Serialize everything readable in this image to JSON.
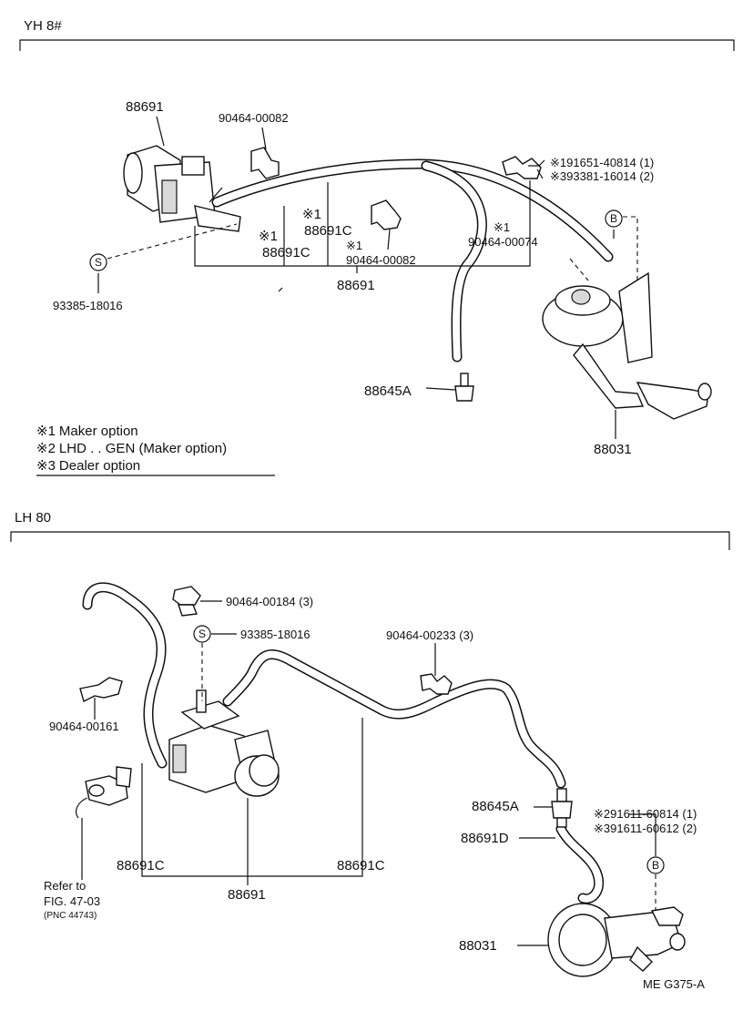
{
  "sections": {
    "yh": "YH 8#",
    "lh": "LH 80"
  },
  "top": {
    "p88691": "88691",
    "p90464_00082_a": "90464-00082",
    "p191651": "※191651-40814 (1)",
    "p93381": "※393381-16014 (2)",
    "p88691c_a_mark": "※1",
    "p88691c_a": "88691C",
    "p88691c_b_mark": "※1",
    "p88691c_b": "88691C",
    "p90464_00082_b_mark": "※1",
    "p90464_00082_b": "90464-00082",
    "p90464_00074_mark": "※1",
    "p90464_00074": "90464-00074",
    "p88691_bottom": "88691",
    "p93385": "93385-18016",
    "p88645a": "88645A",
    "p88031": "88031",
    "marker_s": "S",
    "marker_b": "B"
  },
  "legend": {
    "items": [
      {
        "mark": "※1",
        "text": "Maker option"
      },
      {
        "mark": "※2",
        "text": "LHD . . GEN (Maker option)"
      },
      {
        "mark": "※3",
        "text": "Dealer option"
      }
    ]
  },
  "bottom": {
    "p90464_00184": "90464-00184 (3)",
    "p93385": "93385-18016",
    "p90464_00233": "90464-00233 (3)",
    "p90464_00161": "90464-00161",
    "p88645a": "88645A",
    "p291611": "※291611-60814 (1)",
    "p391611": "※391611-60612 (2)",
    "p88691d": "88691D",
    "p88691c_left": "88691C",
    "p88691c_right": "88691C",
    "p88691": "88691",
    "refer_line1": "Refer to",
    "refer_line2": "FIG. 47-03",
    "refer_line3": "(PNC 44743)",
    "p88031": "88031",
    "marker_s": "S",
    "marker_b": "B",
    "code": "ME  G375-A"
  }
}
